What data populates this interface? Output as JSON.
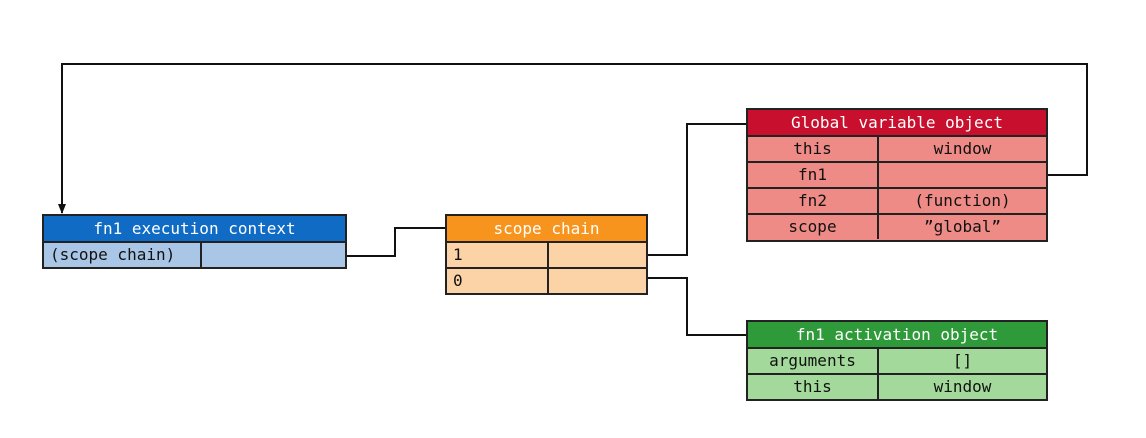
{
  "execution_context": {
    "title": "fn1 execution context",
    "rows": [
      {
        "label": "(scope chain)",
        "value": ""
      }
    ]
  },
  "scope_chain": {
    "title": "scope chain",
    "rows": [
      {
        "label": "1",
        "value": ""
      },
      {
        "label": "0",
        "value": ""
      }
    ]
  },
  "global_variable_object": {
    "title": "Global variable object",
    "rows": [
      {
        "label": "this",
        "value": "window"
      },
      {
        "label": "fn1",
        "value": ""
      },
      {
        "label": "fn2",
        "value": "(function)"
      },
      {
        "label": "scope",
        "value": "”global”"
      }
    ]
  },
  "activation_object": {
    "title": "fn1 activation object",
    "rows": [
      {
        "label": "arguments",
        "value": "[]"
      },
      {
        "label": "this",
        "value": "window"
      }
    ]
  },
  "colors": {
    "execution_context_header": "#0f6bc4",
    "execution_context_body": "#a9c6e6",
    "scope_chain_header": "#f7941d",
    "scope_chain_body": "#fbd3a7",
    "global_header": "#c8102e",
    "global_body": "#ee8b86",
    "activation_header": "#2f9a3a",
    "activation_body": "#a3d99a"
  }
}
